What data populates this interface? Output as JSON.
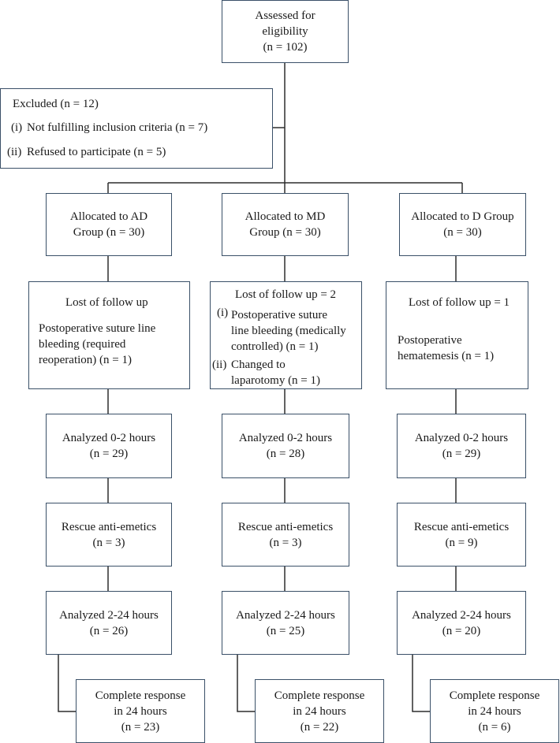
{
  "assessed": {
    "lines": [
      "Assessed for",
      "eligibility",
      "(n = 102)"
    ]
  },
  "excluded": {
    "title": "Excluded (n = 12)",
    "items": [
      {
        "marker": "(i)",
        "text": "Not fulfilling inclusion criteria (n = 7)"
      },
      {
        "marker": "(ii)",
        "text": "Refused to participate (n = 5)"
      }
    ]
  },
  "groups": [
    {
      "allocated": [
        "Allocated to AD",
        "Group (n = 30)"
      ],
      "lost": {
        "title": "Lost of follow up",
        "lines": [
          "Postoperative suture line",
          "bleeding (required",
          "reoperation) (n = 1)"
        ]
      },
      "analyzed_0_2": [
        "Analyzed 0-2 hours",
        "(n = 29)"
      ],
      "rescue": [
        "Rescue anti-emetics",
        "(n = 3)"
      ],
      "analyzed_2_24": [
        "Analyzed 2-24 hours",
        "(n = 26)"
      ],
      "complete": [
        "Complete response",
        "in 24 hours",
        "(n = 23)"
      ]
    },
    {
      "allocated": [
        "Allocated to MD",
        "Group (n = 30)"
      ],
      "lost": {
        "title": "Lost of follow up = 2",
        "items": [
          {
            "marker": "(i)",
            "lines": [
              "Postoperative suture",
              "line bleeding (medically",
              "controlled) (n = 1)"
            ]
          },
          {
            "marker": "(ii)",
            "lines": [
              "Changed to",
              "laparotomy (n = 1)"
            ]
          }
        ]
      },
      "analyzed_0_2": [
        "Analyzed 0-2 hours",
        "(n = 28)"
      ],
      "rescue": [
        "Rescue anti-emetics",
        "(n = 3)"
      ],
      "analyzed_2_24": [
        "Analyzed 2-24 hours",
        "(n = 25)"
      ],
      "complete": [
        "Complete response",
        "in 24 hours",
        "(n = 22)"
      ]
    },
    {
      "allocated": [
        "Allocated to D Group",
        "(n = 30)"
      ],
      "lost": {
        "title": "Lost of follow up = 1",
        "lines": [
          "Postoperative",
          "hematemesis (n = 1)"
        ]
      },
      "analyzed_0_2": [
        "Analyzed 0-2 hours",
        "(n = 29)"
      ],
      "rescue": [
        "Rescue anti-emetics",
        "(n = 9)"
      ],
      "analyzed_2_24": [
        "Analyzed 2-24 hours",
        "(n = 20)"
      ],
      "complete": [
        "Complete response",
        "in 24 hours",
        "(n = 6)"
      ]
    }
  ],
  "colors": {
    "border": "#3a5068",
    "text": "#1a1a1a"
  }
}
